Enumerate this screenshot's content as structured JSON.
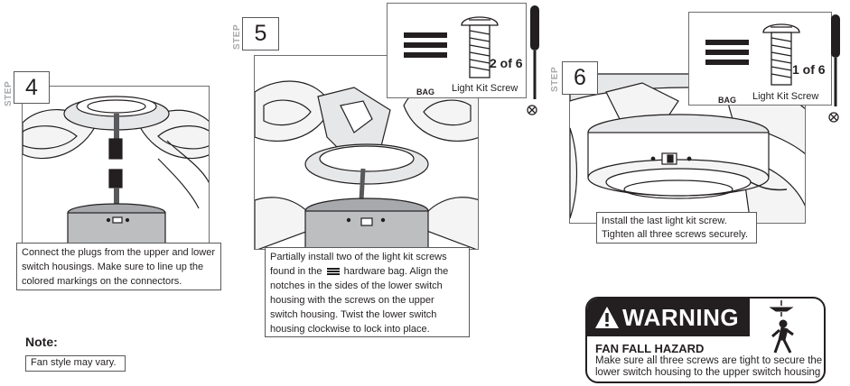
{
  "steps": [
    {
      "word": "STEP",
      "number": "4",
      "caption": "Connect the plugs from the upper and lower switch housings. Make sure to line up the colored markings on the connectors."
    },
    {
      "word": "STEP",
      "number": "5",
      "caption_before": "Partially install two of the light kit screws found in the",
      "caption_after": "hardware bag. Align the notches in the sides of the lower switch housing with the screws on the upper switch housing. Twist the lower switch housing clockwise to lock into place.",
      "bag_label": "BAG",
      "screw_label": "Light Kit Screw",
      "count": "2 of 6"
    },
    {
      "word": "STEP",
      "number": "6",
      "caption_line1": "Install the last light kit screw.",
      "caption_line2": "Tighten all three screws securely.",
      "bag_label": "BAG",
      "screw_label": "Light Kit Screw",
      "count": "1 of 6"
    }
  ],
  "note": {
    "title": "Note:",
    "text": "Fan style may vary."
  },
  "warning": {
    "label": "WARNING",
    "hazard_title": "FAN FALL HAZARD",
    "body_line1": "Make sure all three screws are tight to secure the",
    "body_line2": "lower switch housing to the upper switch housing"
  }
}
